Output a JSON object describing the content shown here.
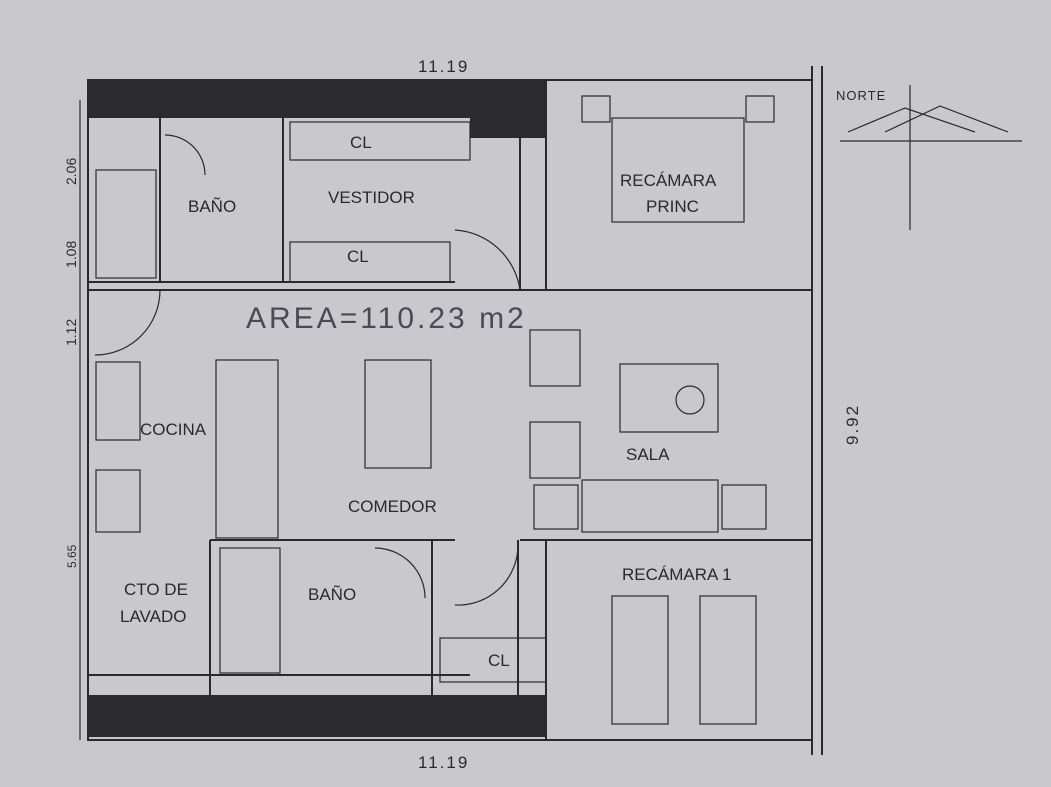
{
  "dimensions": {
    "top": "11.19",
    "bottom": "11.19",
    "right": "9.92",
    "left": [
      "2.06",
      "1.08",
      "1.12",
      "5.65"
    ]
  },
  "area_label": "AREA=110.23 m2",
  "north_label": "NORTE",
  "rooms": {
    "bano_top": "BAÑO",
    "vestidor": "VESTIDOR",
    "cl_top": "CL",
    "cl_mid": "CL",
    "recamara_princ_1": "RECÁMARA",
    "recamara_princ_2": "PRINC",
    "cocina": "COCINA",
    "comedor": "COMEDOR",
    "sala": "SALA",
    "cto_lavado_1": "CTO DE",
    "cto_lavado_2": "LAVADO",
    "bano_bottom": "BAÑO",
    "cl_bottom": "CL",
    "recamara_1": "RECÁMARA 1"
  },
  "colors": {
    "paper": "#c9c8cc",
    "ink": "#2a2a2e"
  }
}
